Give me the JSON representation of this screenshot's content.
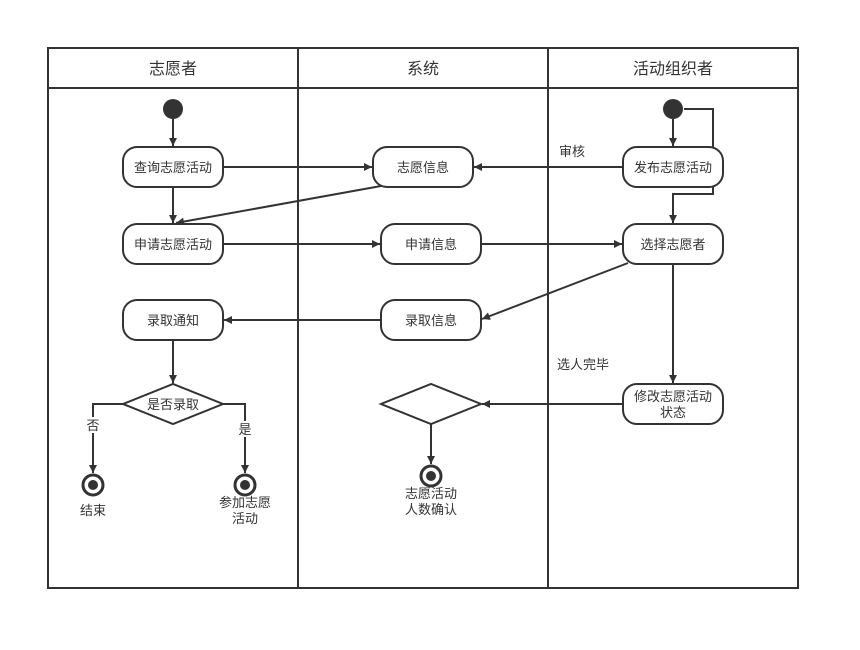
{
  "colors": {
    "stroke": "#333333",
    "fill": "#ffffff",
    "text": "#333333"
  },
  "lanes": [
    {
      "id": "volunteer",
      "title": "志愿者"
    },
    {
      "id": "system",
      "title": "系统"
    },
    {
      "id": "organizer",
      "title": "活动组织者"
    }
  ],
  "nodes": {
    "query_activity": "查询志愿活动",
    "apply_activity": "申请志愿活动",
    "admit_notice": "录取通知",
    "admit_decision": "是否录取",
    "end_label": "结束",
    "join_label_1": "参加志愿",
    "join_label_2": "活动",
    "volunteer_info": "志愿信息",
    "apply_info": "申请信息",
    "admit_info": "录取信息",
    "confirm_label_1": "志愿活动",
    "confirm_label_2": "人数确认",
    "publish_activity": "发布志愿活动",
    "select_volunteer": "选择志愿者",
    "modify_status_1": "修改志愿活动",
    "modify_status_2": "状态"
  },
  "edge_labels": {
    "review": "审核",
    "selection_done": "选人完毕",
    "no": "否",
    "yes": "是"
  }
}
